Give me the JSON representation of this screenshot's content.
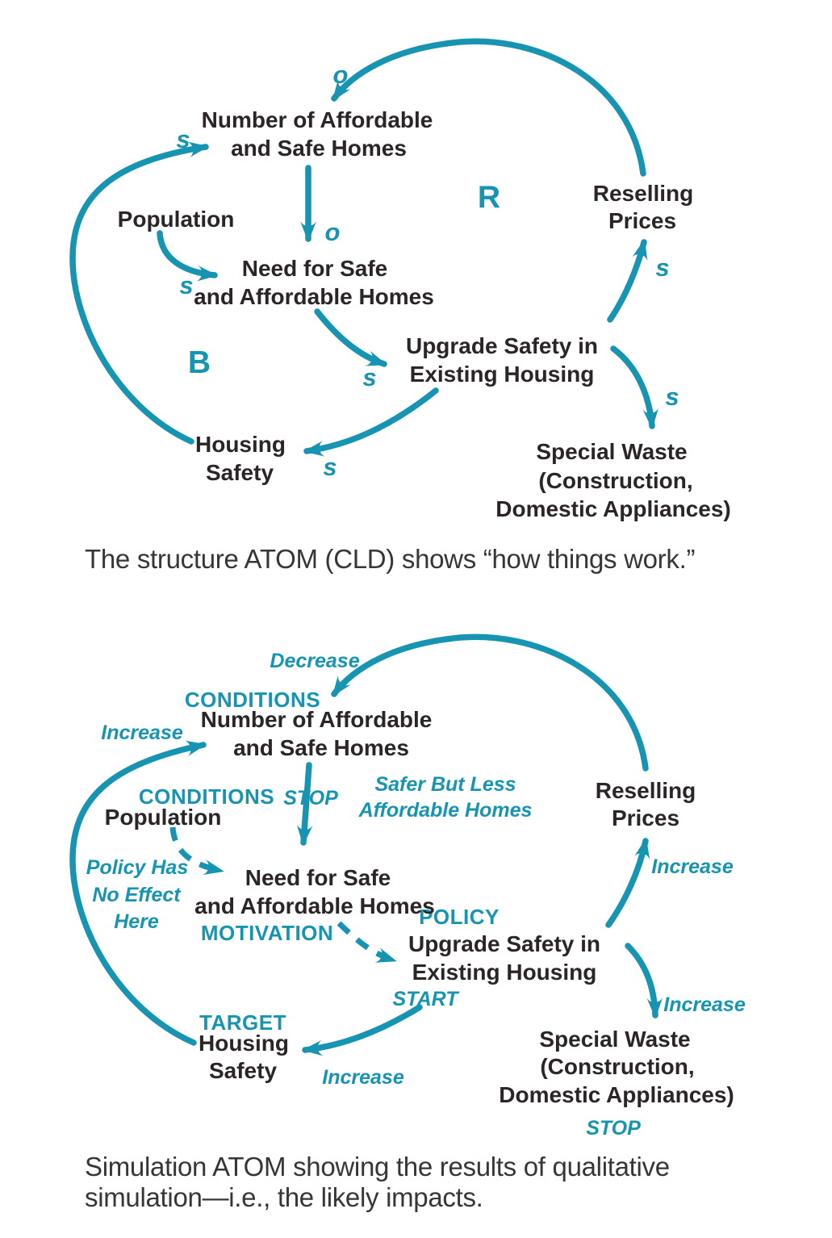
{
  "colors": {
    "teal": "#1794b2",
    "ink": "#2b2526",
    "caption_text": "#393435"
  },
  "top": {
    "number_line1": "Number of Affordable",
    "number_line2": "and Safe Homes",
    "population": "Population",
    "need_line1": "Need for Safe",
    "need_line2": "and Affordable Homes",
    "reselling_line1": "Reselling",
    "reselling_line2": "Prices",
    "upgrade_line1": "Upgrade Safety in",
    "upgrade_line2": "Existing Housing",
    "housing_line1": "Housing",
    "housing_line2": "Safety",
    "waste_line1": "Special Waste",
    "waste_line2": "(Construction,",
    "waste_line3": "Domestic Appliances)",
    "loop_r": "R",
    "loop_b": "B",
    "o1": "o",
    "o2": "o",
    "s1": "s",
    "s2": "s",
    "s3": "s",
    "s4": "s",
    "s5": "s",
    "s6": "s",
    "caption": "The structure ATOM (CLD) shows “how things work.”"
  },
  "bottom": {
    "decrease": "Decrease",
    "conditions_number": "CONDITIONS",
    "number_line1": "Number of Affordable",
    "number_line2": "and Safe Homes",
    "increase_number": "Increase",
    "conditions_population": "CONDITIONS",
    "population": "Population",
    "stop_need": "STOP",
    "safer_line1": "Safer But Less",
    "safer_line2": "Affordable Homes",
    "reselling_line1": "Reselling",
    "reselling_line2": "Prices",
    "policy_no_effect_line1": "Policy Has",
    "policy_no_effect_line2": "No Effect",
    "policy_no_effect_line3": "Here",
    "need_line1": "Need for Safe",
    "need_line2": "and Affordable Homes",
    "motivation": "MOTIVATION",
    "policy": "POLICY",
    "increase_reselling": "Increase",
    "upgrade_line1": "Upgrade Safety in",
    "upgrade_line2": "Existing Housing",
    "start": "START",
    "target": "TARGET",
    "housing_line1": "Housing",
    "housing_line2": "Safety",
    "increase_housing": "Increase",
    "increase_waste": "Increase",
    "waste_line1": "Special Waste",
    "waste_line2": "(Construction,",
    "waste_line3": "Domestic Appliances)",
    "stop_waste": "STOP",
    "caption_line1": "Simulation ATOM showing the results of qualitative",
    "caption_line2": "simulation—i.e., the likely impacts."
  }
}
